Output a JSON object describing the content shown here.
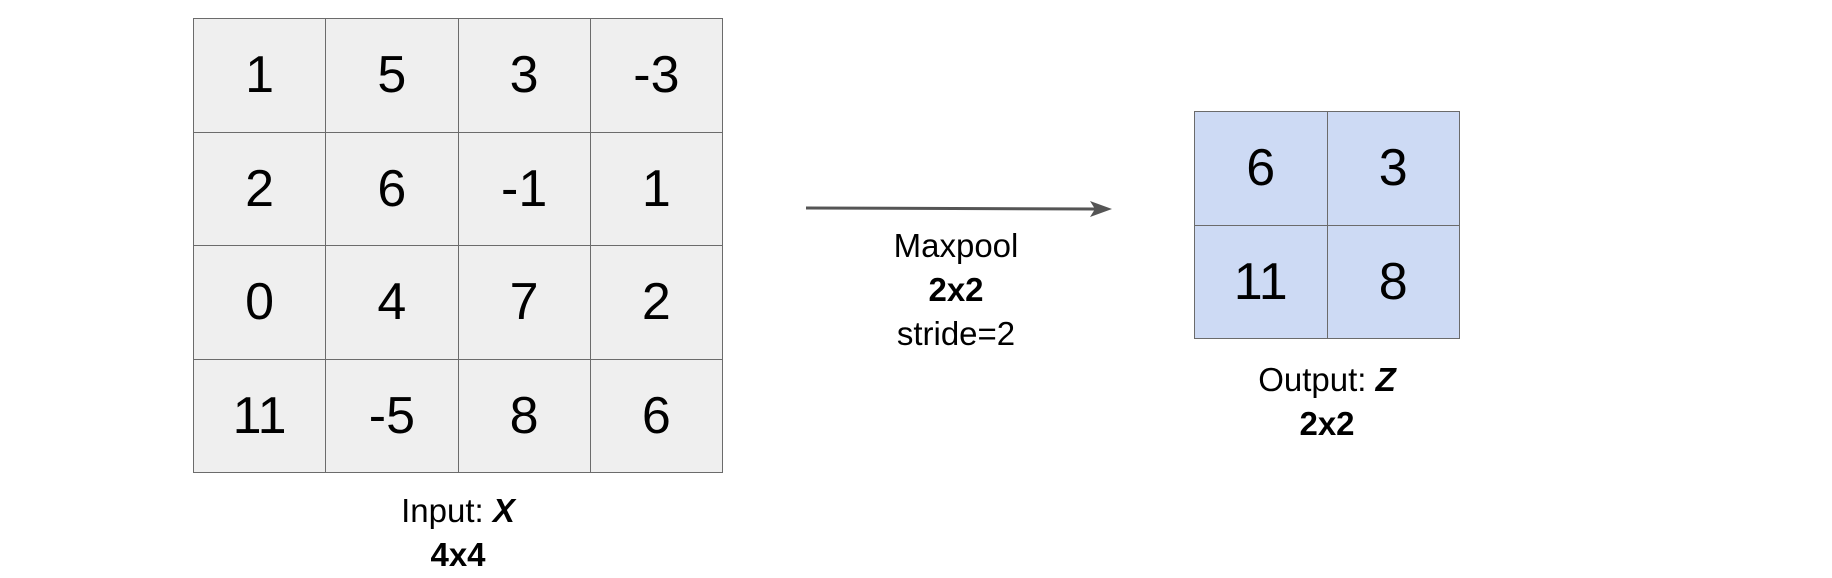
{
  "input": {
    "values": [
      [
        "1",
        "5",
        "3",
        "-3"
      ],
      [
        "2",
        "6",
        "-1",
        "1"
      ],
      [
        "0",
        "4",
        "7",
        "2"
      ],
      [
        "11",
        "-5",
        "8",
        "6"
      ]
    ],
    "label_prefix": "Input: ",
    "label_var": "X",
    "size": "4x4"
  },
  "operation": {
    "name": "Maxpool",
    "kernel": "2x2",
    "stride": "stride=2"
  },
  "output": {
    "values": [
      [
        "6",
        "3"
      ],
      [
        "11",
        "8"
      ]
    ],
    "label_prefix": "Output: ",
    "label_var": "Z",
    "size": "2x2"
  },
  "colors": {
    "input_fill": "#efefef",
    "output_fill": "#cddaf4",
    "border": "#6b6b6b",
    "arrow": "#555555"
  }
}
